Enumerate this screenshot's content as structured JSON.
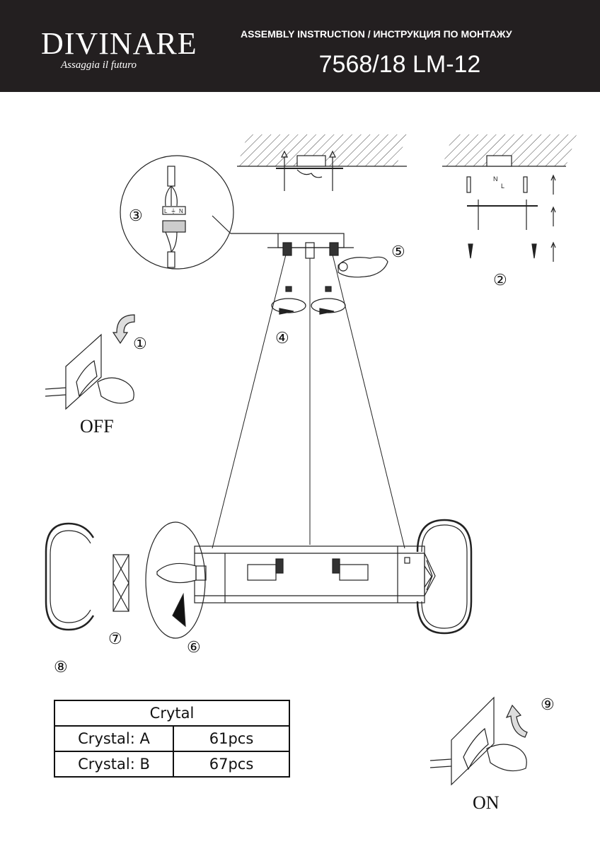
{
  "header": {
    "brand": "DIVINARE",
    "tagline": "Assaggia il futuro",
    "doc_title": "ASSEMBLY INSTRUCTION / ИНСТРУКЦИЯ ПО МОНТАЖУ",
    "model": "7568/18 LM-12"
  },
  "wiring": {
    "terminal_labels": [
      "L",
      "⏚",
      "N"
    ],
    "wire_labels": [
      "N",
      "L"
    ]
  },
  "steps": [
    "①",
    "②",
    "③",
    "④",
    "⑤",
    "⑥",
    "⑦",
    "⑧",
    "⑨"
  ],
  "switch_off_label": "OFF",
  "switch_on_label": "ON",
  "crystal_table": {
    "title": "Crytal",
    "rows": [
      {
        "name": "Crystal: A",
        "qty": "61pcs"
      },
      {
        "name": "Crystal: B",
        "qty": "67pcs"
      }
    ]
  }
}
